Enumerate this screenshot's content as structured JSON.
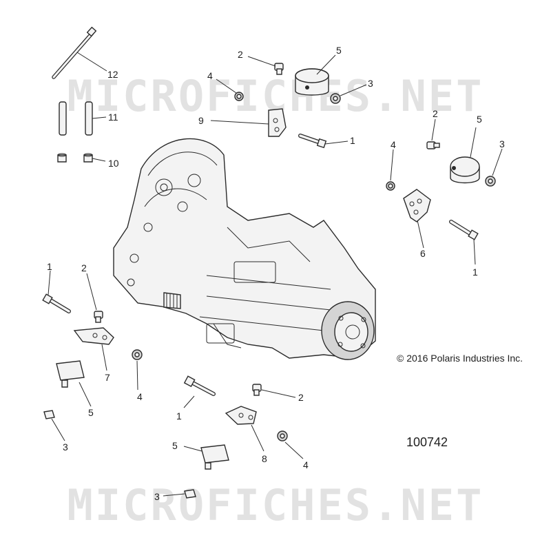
{
  "watermark": {
    "text": "MICROFICHES.NET"
  },
  "copyright": "© 2016 Polaris Industries Inc.",
  "diagram_number": "100742",
  "callouts": {
    "c1a": "1",
    "c1b": "1",
    "c1c": "1",
    "c1d": "1",
    "c2a": "2",
    "c2b": "2",
    "c2c": "2",
    "c2d": "2",
    "c3a": "3",
    "c3b": "3",
    "c3c": "3",
    "c3d": "3",
    "c4a": "4",
    "c4b": "4",
    "c4c": "4",
    "c4d": "4",
    "c5a": "5",
    "c5b": "5",
    "c5c": "5",
    "c5d": "5",
    "c6": "6",
    "c7": "7",
    "c8": "8",
    "c9": "9",
    "c10": "10",
    "c11": "11",
    "c12": "12"
  }
}
